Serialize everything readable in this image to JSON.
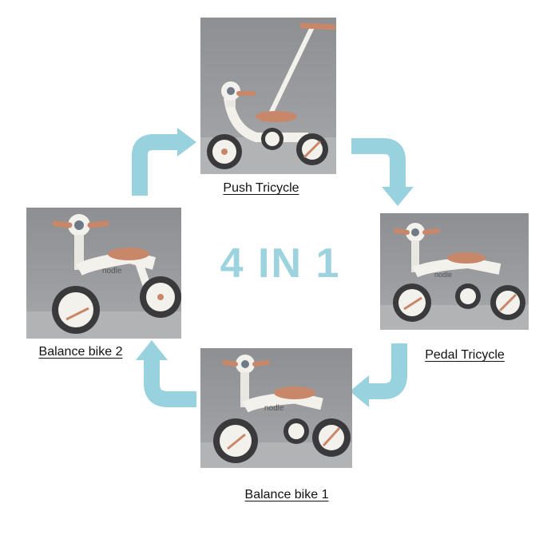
{
  "center_label": "4 IN 1",
  "stages": {
    "push_tricycle": "Push Tricycle",
    "pedal_tricycle": "Pedal Tricycle",
    "balance_bike_1": "Balance bike 1",
    "balance_bike_2": "Balance bike 2"
  },
  "colors": {
    "arrow": "#98d2de",
    "label_text": "#9cd3df",
    "photo_bg": "#9a9c9f",
    "wheel_accent": "#c9876a",
    "frame": "#f3f1ec"
  }
}
